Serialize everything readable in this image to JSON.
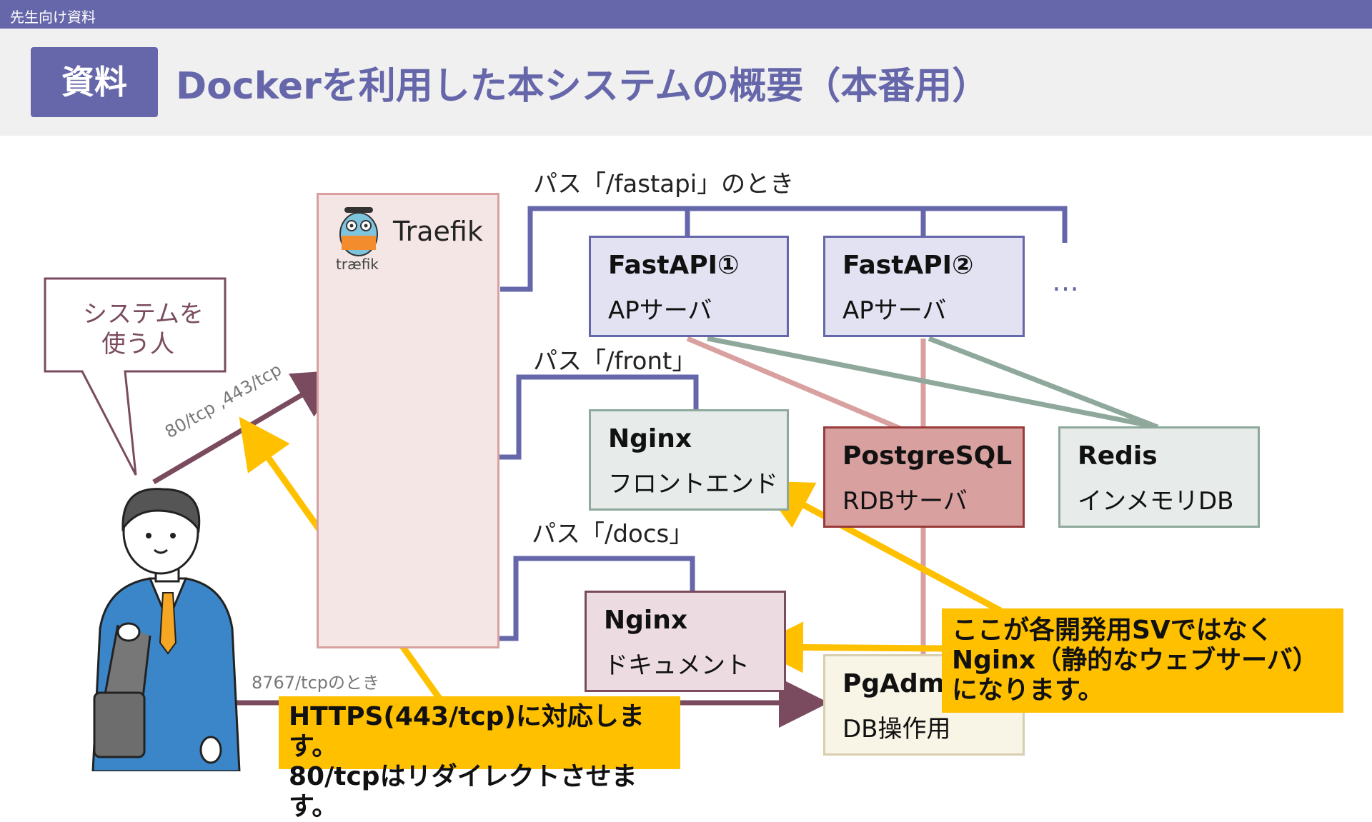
{
  "header": {
    "tag": "先生向け資料",
    "badge": "資料",
    "title": "Dockerを利用した本システムの概要（本番用）"
  },
  "user": {
    "bubble_line1": "システムを",
    "bubble_line2": "使う人"
  },
  "traefik": {
    "name": "Traefik",
    "logo_text": "træfik"
  },
  "routes": {
    "fastapi": "パス「/fastapi」のとき",
    "front": "パス「/front」",
    "docs": "パス「/docs」"
  },
  "ports": {
    "web": "80/tcp ,443/tcp",
    "pgadmin": "8767/tcpのとき"
  },
  "boxes": {
    "fastapi1": {
      "title": "FastAPI①",
      "sub": "APサーバ"
    },
    "fastapi2": {
      "title": "FastAPI②",
      "sub": "APサーバ"
    },
    "ellipsis": "…",
    "nginx_front": {
      "title": "Nginx",
      "sub": "フロントエンド"
    },
    "postgres": {
      "title": "PostgreSQL",
      "sub": "RDBサーバ"
    },
    "redis": {
      "title": "Redis",
      "sub": "インメモリDB"
    },
    "nginx_docs": {
      "title": "Nginx",
      "sub": "ドキュメント"
    },
    "pgadmin": {
      "title": "PgAdm",
      "sub": "DB操作用"
    }
  },
  "callouts": {
    "https_line1": "HTTPS(443/tcp)に対応します。",
    "https_line2": "80/tcpはリダイレクトさせます。",
    "nginx_line1": "ここが各開発用SVではなく",
    "nginx_line2": "Nginx（静的なウェブサーバ）",
    "nginx_line3": "になります。"
  },
  "colors": {
    "accent": "#6666aa",
    "callout": "#ffc000",
    "arrow": "#7a4b5f",
    "db_link": "#d9a0a0",
    "redis_link": "#8ea89c"
  },
  "icons": [
    "traefik-gopher-logo",
    "businessman-illustration"
  ]
}
